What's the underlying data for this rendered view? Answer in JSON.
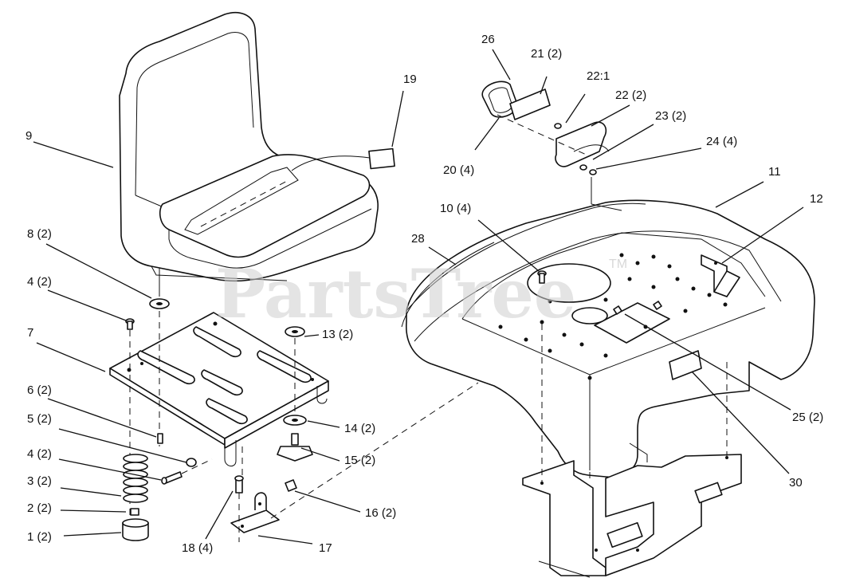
{
  "watermark": {
    "text": "PartsTree",
    "trademark": "TM"
  },
  "callouts": [
    {
      "id": "9",
      "text": "9"
    },
    {
      "id": "19",
      "text": "19"
    },
    {
      "id": "8",
      "text": "8 (2)"
    },
    {
      "id": "4a",
      "text": "4 (2)"
    },
    {
      "id": "7",
      "text": "7"
    },
    {
      "id": "13",
      "text": "13 (2)"
    },
    {
      "id": "6",
      "text": "6 (2)"
    },
    {
      "id": "5",
      "text": "5 (2)"
    },
    {
      "id": "4b",
      "text": "4 (2)"
    },
    {
      "id": "3",
      "text": "3 (2)"
    },
    {
      "id": "2",
      "text": "2 (2)"
    },
    {
      "id": "1",
      "text": "1 (2)"
    },
    {
      "id": "14",
      "text": "14 (2)"
    },
    {
      "id": "15",
      "text": "15 (2)"
    },
    {
      "id": "16",
      "text": "16 (2)"
    },
    {
      "id": "18",
      "text": "18 (4)"
    },
    {
      "id": "17",
      "text": "17"
    },
    {
      "id": "26",
      "text": "26"
    },
    {
      "id": "21",
      "text": "21 (2)"
    },
    {
      "id": "22_1",
      "text": "22:1"
    },
    {
      "id": "22",
      "text": "22 (2)"
    },
    {
      "id": "23",
      "text": "23 (2)"
    },
    {
      "id": "24",
      "text": "24 (4)"
    },
    {
      "id": "20",
      "text": "20 (4)"
    },
    {
      "id": "11",
      "text": "11"
    },
    {
      "id": "10",
      "text": "10 (4)"
    },
    {
      "id": "12",
      "text": "12"
    },
    {
      "id": "28",
      "text": "28"
    },
    {
      "id": "25",
      "text": "25 (2)"
    },
    {
      "id": "30",
      "text": "30"
    }
  ]
}
